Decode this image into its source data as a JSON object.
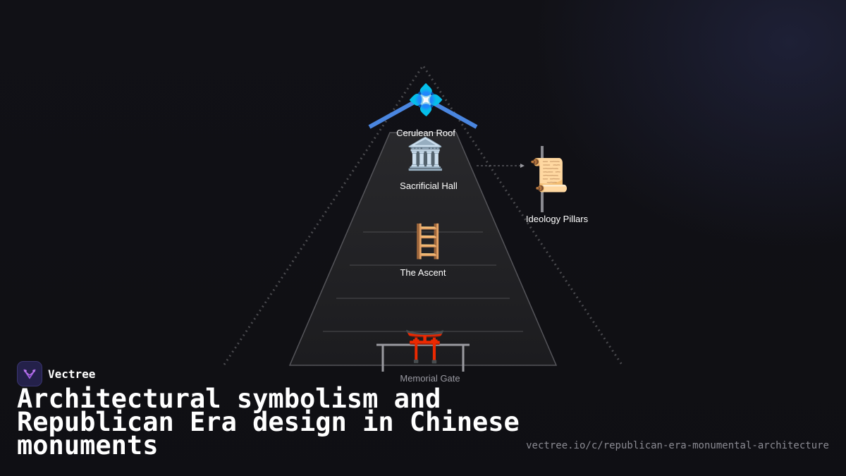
{
  "diagram": {
    "roof": {
      "icon": "💠",
      "icon_name": "blue-diamond-icon",
      "label": "Cerulean Roof"
    },
    "hall": {
      "icon": "🏛️",
      "icon_name": "classical-building-icon",
      "label": "Sacrificial Hall"
    },
    "pillars": {
      "icon": "📜",
      "icon_name": "scroll-icon",
      "label": "Ideology Pillars"
    },
    "ascent": {
      "icon": "🪜",
      "icon_name": "ladder-icon",
      "label": "The Ascent"
    },
    "gate": {
      "icon": "⛩️",
      "icon_name": "torii-gate-icon",
      "label": "Memorial Gate"
    }
  },
  "colors": {
    "background": "#111116",
    "roof_blue": "#4a86e0",
    "mountain_fill": "#232326",
    "outline": "#5a5a5e"
  },
  "brand": {
    "name": "Vectree",
    "logo_icon": "vectree-logo-icon"
  },
  "title": "Architectural symbolism and Republican Era design in Chinese monuments",
  "url": "vectree.io/c/republican-era-monumental-architecture"
}
